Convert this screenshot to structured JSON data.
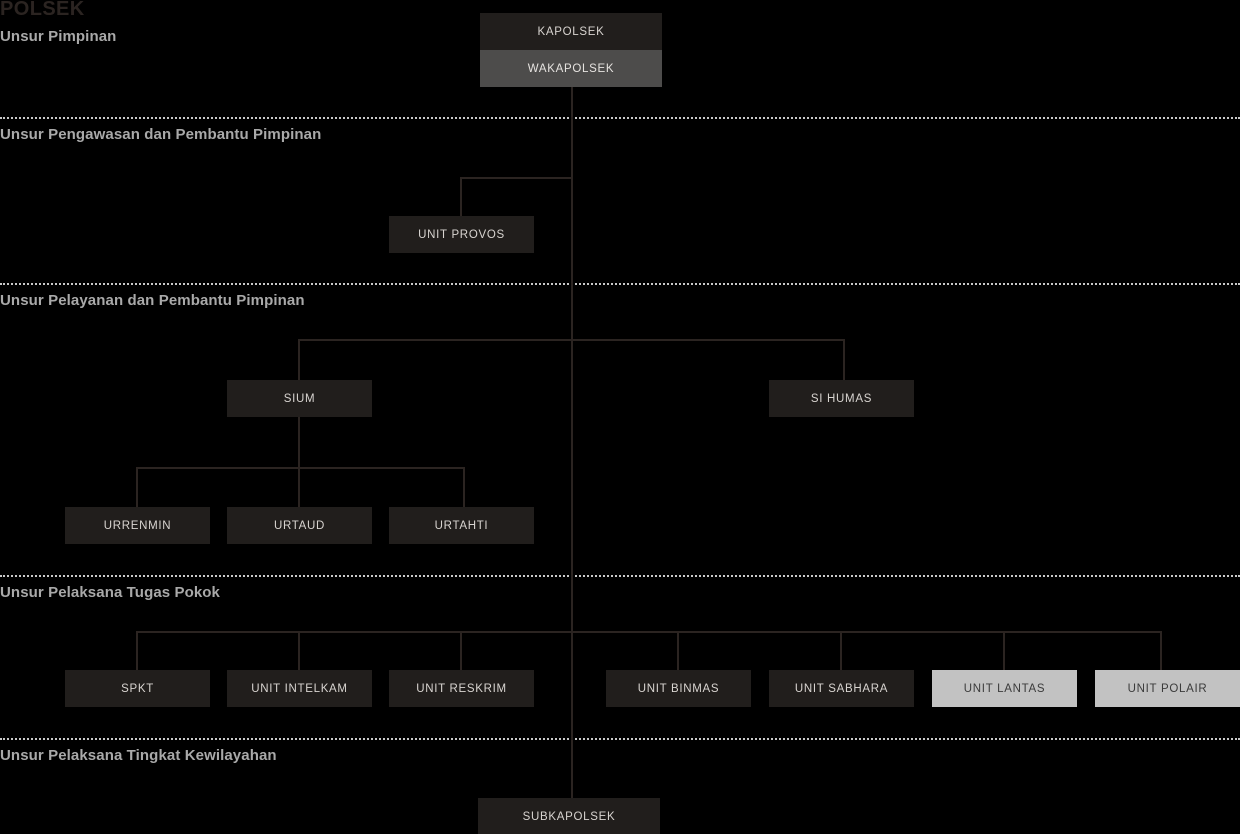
{
  "root_title": "POLSEK",
  "colors": {
    "background": "#000000",
    "box_dark": "#211e1c",
    "box_mid": "#4d4c4b",
    "box_light": "#c2c2c2",
    "line": "#2b2421",
    "label_text": "#a9a9a9",
    "divider": "#c9c9c9"
  },
  "sections": [
    {
      "label": "Unsur Pimpinan"
    },
    {
      "label": "Unsur Pengawasan dan Pembantu Pimpinan"
    },
    {
      "label": "Unsur Pelayanan dan Pembantu Pimpinan"
    },
    {
      "label": "Unsur Pelaksana Tugas Pokok"
    },
    {
      "label": "Unsur Pelaksana Tingkat Kewilayahan"
    }
  ],
  "nodes": {
    "kapolsek": "KAPOLSEK",
    "wakapolsek": "WAKAPOLSEK",
    "unit_provos": "UNIT PROVOS",
    "sium": "SIUM",
    "si_humas": "SI HUMAS",
    "urrenmin": "URRENMIN",
    "urtaud": "URTAUD",
    "urtahti": "URTAHTI",
    "spkt": "SPKT",
    "unit_intelkam": "UNIT INTELKAM",
    "unit_reskrim": "UNIT RESKRIM",
    "unit_binmas": "UNIT BINMAS",
    "unit_sabhara": "UNIT SABHARA",
    "unit_lantas": "UNIT LANTAS",
    "unit_polair": "UNIT POLAIR",
    "subkapolsek": "SUBKAPOLSEK"
  }
}
